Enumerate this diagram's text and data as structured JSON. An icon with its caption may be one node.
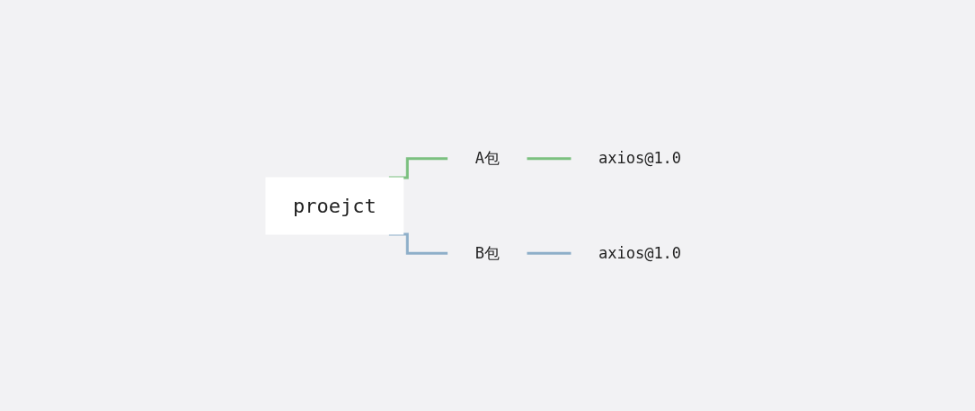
{
  "diagram": {
    "nodes": [
      {
        "text": [
          "proejct"
        ]
      },
      {
        "text": [
          "A包"
        ]
      },
      {
        "text": [
          "axios@1.0"
        ]
      },
      {
        "text": [
          "B包"
        ]
      },
      {
        "text": [
          "axios@1.0"
        ]
      }
    ],
    "edges": [
      {
        "from": 0,
        "to": 1,
        "arrow": "none",
        "color": "#7bc07f"
      },
      {
        "from": 1,
        "to": 2,
        "arrow": "none",
        "color": "#7bc07f"
      },
      {
        "from": 0,
        "to": 3,
        "arrow": "none",
        "color": "#8eafc9"
      },
      {
        "from": 3,
        "to": 4,
        "arrow": "none",
        "color": "#8eafc9"
      }
    ]
  }
}
